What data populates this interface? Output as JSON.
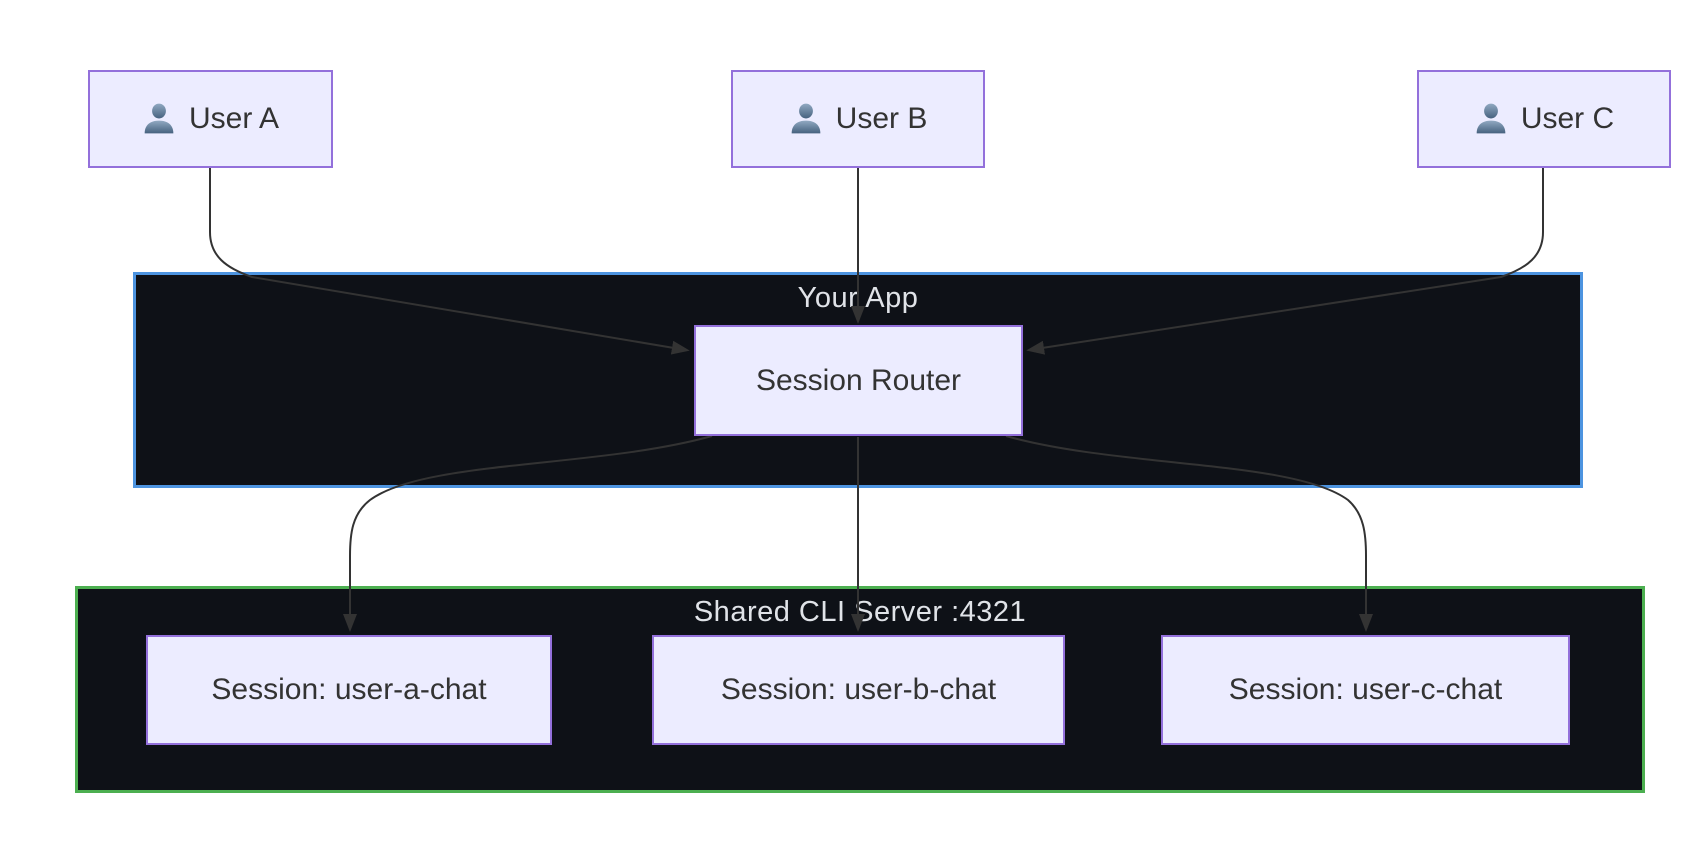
{
  "colors": {
    "canvas_bg": "#ffffff",
    "node_fill": "#ececff",
    "node_border": "#9370db",
    "node_text": "#333333",
    "cluster_bg": "#0e1117",
    "cluster_label_text": "#e0e3e8",
    "your_app_border": "#4d94e0",
    "cli_server_border": "#4caf50",
    "edge_color": "#333333",
    "user_icon_top": "#91a9c2",
    "user_icon_bottom": "#46627f"
  },
  "clusters": {
    "your_app": {
      "label": "Your App"
    },
    "cli_server": {
      "label": "Shared CLI Server :4321"
    }
  },
  "nodes": {
    "user_a": {
      "label": "User A"
    },
    "user_b": {
      "label": "User B"
    },
    "user_c": {
      "label": "User C"
    },
    "session_router": {
      "label": "Session Router"
    },
    "session_a": {
      "label": "Session: user-a-chat"
    },
    "session_b": {
      "label": "Session: user-b-chat"
    },
    "session_c": {
      "label": "Session: user-c-chat"
    }
  },
  "edges": [
    {
      "from": "User A",
      "to": "Session Router"
    },
    {
      "from": "User B",
      "to": "Session Router"
    },
    {
      "from": "User C",
      "to": "Session Router"
    },
    {
      "from": "Session Router",
      "to": "Session: user-a-chat"
    },
    {
      "from": "Session Router",
      "to": "Session: user-b-chat"
    },
    {
      "from": "Session Router",
      "to": "Session: user-c-chat"
    }
  ]
}
